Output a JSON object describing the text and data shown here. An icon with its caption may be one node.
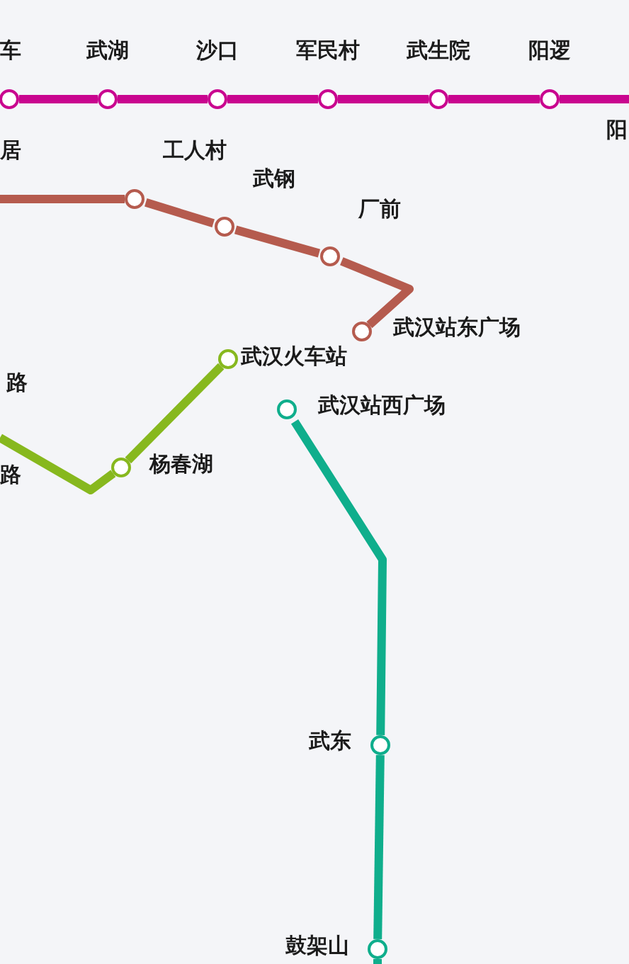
{
  "diagram": {
    "nodes": [
      {
        "text": [],
        "shape": "circle",
        "beside": [
          "车"
        ]
      },
      {
        "text": [],
        "shape": "circle",
        "beside": [
          "武湖"
        ]
      },
      {
        "text": [],
        "shape": "circle",
        "beside": [
          "沙口"
        ]
      },
      {
        "text": [],
        "shape": "circle",
        "beside": [
          "军民村"
        ]
      },
      {
        "text": [],
        "shape": "circle",
        "beside": [
          "武生院"
        ]
      },
      {
        "text": [],
        "shape": "circle",
        "beside": [
          "阳逻"
        ]
      },
      {
        "text": [],
        "shape": "circle",
        "beside": [
          "工人村"
        ]
      },
      {
        "text": [],
        "shape": "circle",
        "beside": [
          "武钢"
        ]
      },
      {
        "text": [],
        "shape": "circle",
        "beside": [
          "厂前"
        ]
      },
      {
        "text": [],
        "shape": "circle",
        "beside": [
          "武汉站东广场"
        ]
      },
      {
        "text": [],
        "shape": "circle",
        "beside": [
          "武汉火车站"
        ]
      },
      {
        "text": [],
        "shape": "circle",
        "beside": [
          "杨春湖"
        ]
      },
      {
        "text": [],
        "shape": "circle",
        "beside": [
          "武汉站西广场"
        ]
      },
      {
        "text": [],
        "shape": "circle",
        "beside": [
          "武东"
        ]
      },
      {
        "text": [],
        "shape": "circle",
        "beside": [
          "鼓架山"
        ]
      }
    ],
    "edges": [
      {
        "from": 0,
        "to": 1,
        "arrow": "none",
        "color": "#c9058f"
      },
      {
        "from": 1,
        "to": 2,
        "arrow": "none",
        "color": "#c9058f"
      },
      {
        "from": 2,
        "to": 3,
        "arrow": "none",
        "color": "#c9058f"
      },
      {
        "from": 3,
        "to": 4,
        "arrow": "none",
        "color": "#c9058f"
      },
      {
        "from": 4,
        "to": 5,
        "arrow": "none",
        "color": "#c9058f"
      },
      {
        "from": 5,
        "to": null,
        "arrow": "none",
        "color": "#c9058f"
      },
      {
        "from": null,
        "to": 6,
        "arrow": "none",
        "color": "#b55b4e"
      },
      {
        "from": 6,
        "to": 7,
        "arrow": "none",
        "color": "#b55b4e"
      },
      {
        "from": 7,
        "to": 8,
        "arrow": "none",
        "color": "#b55b4e"
      },
      {
        "from": 8,
        "to": 9,
        "arrow": "none",
        "color": "#b55b4e"
      },
      {
        "from": null,
        "to": 11,
        "arrow": "none",
        "color": "#87b81e"
      },
      {
        "from": 11,
        "to": 10,
        "arrow": "none",
        "color": "#87b81e"
      },
      {
        "from": 12,
        "to": 13,
        "arrow": "none",
        "color": "#0fae8c"
      },
      {
        "from": 13,
        "to": 14,
        "arrow": "none",
        "color": "#0fae8c"
      },
      {
        "from": 14,
        "to": null,
        "arrow": "none",
        "color": "#0fae8c"
      }
    ],
    "labels": [
      "阳",
      "居",
      "路",
      "路"
    ]
  }
}
